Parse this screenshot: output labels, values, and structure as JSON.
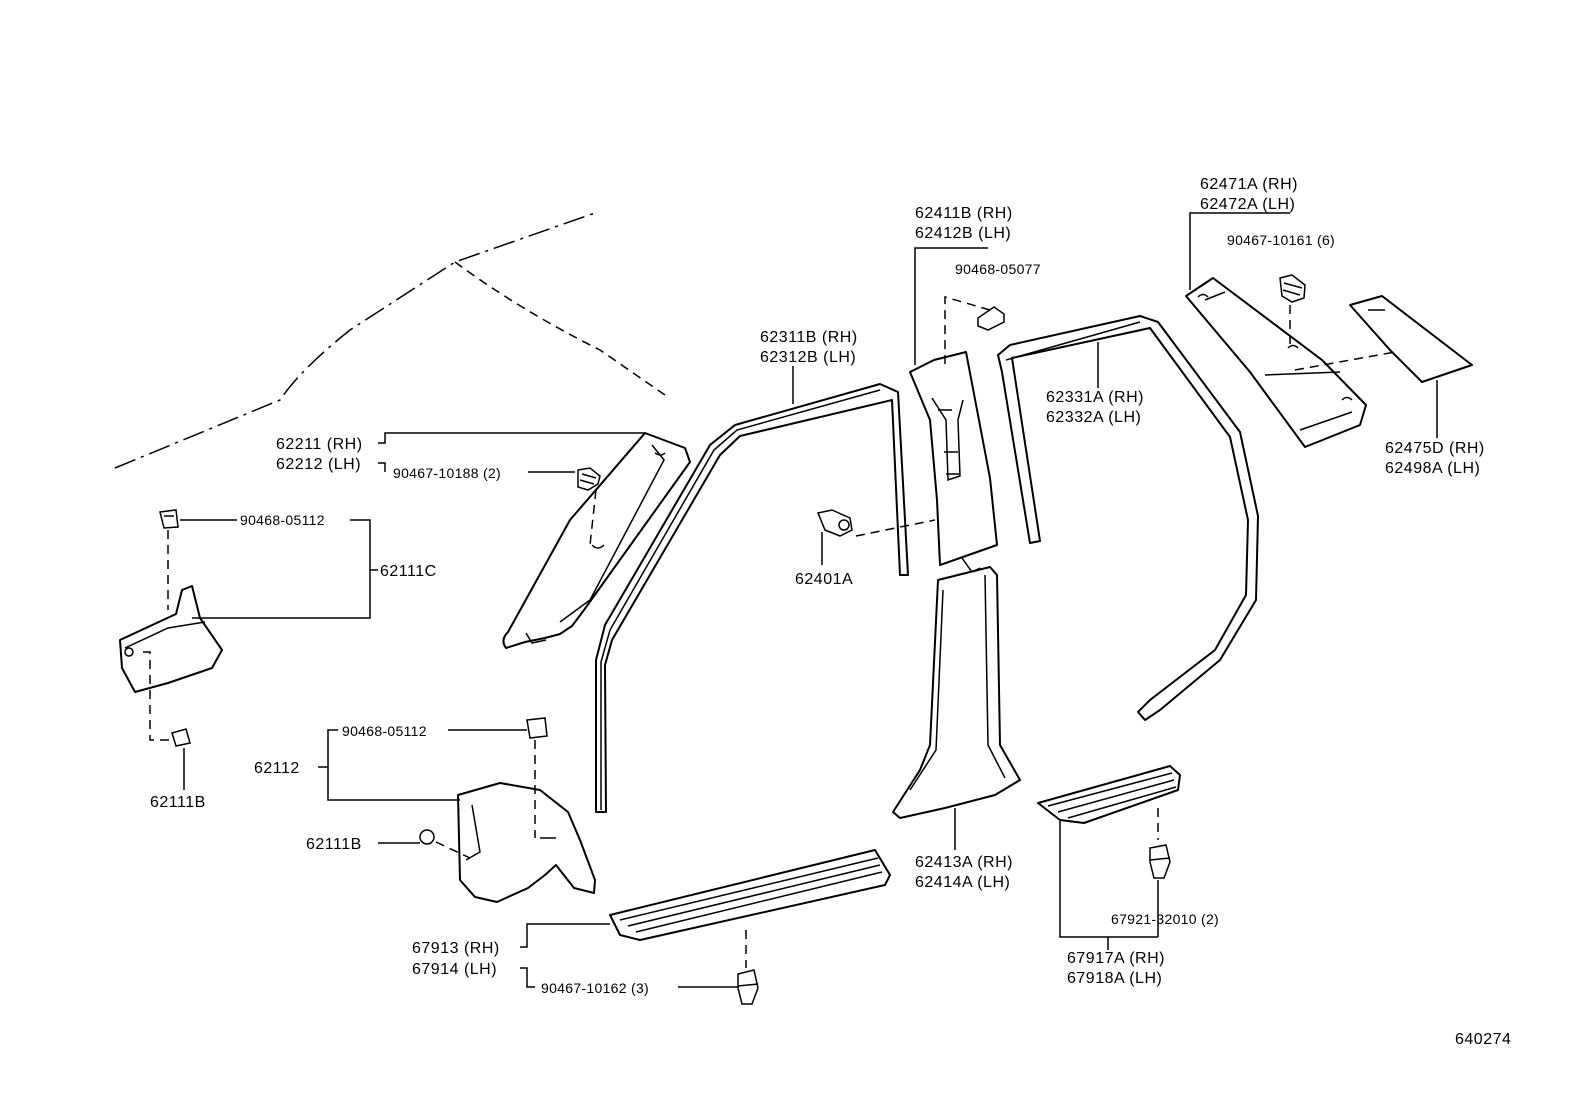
{
  "labels": {
    "a_pillar_upper": [
      "62211 (RH)",
      "62212 (LH)"
    ],
    "a_pillar_clip": "90467-10188 (2)",
    "cowl_clip_upper": "90468-05112",
    "cowl_side_upper": "62111C",
    "cowl_bolt_upper": "62111B",
    "cowl_clip_lower": "90468-05112",
    "cowl_side_lower": "62112",
    "cowl_bolt_lower": "62111B",
    "front_door_weatherstrip": [
      "62311B (RH)",
      "62312B (LH)"
    ],
    "b_pillar_clip": "62401A",
    "b_pillar_upper": [
      "62411B (RH)",
      "62412B (LH)"
    ],
    "b_pillar_upper_clip": "90468-05077",
    "rear_door_weatherstrip": [
      "62331A (RH)",
      "62332A (LH)"
    ],
    "c_pillar": [
      "62471A (RH)",
      "62472A (LH)"
    ],
    "c_pillar_clip": "90467-10161 (6)",
    "quarter_trim": [
      "62475D (RH)",
      "62498A (LH)"
    ],
    "b_pillar_lower": [
      "62413A (RH)",
      "62414A (LH)"
    ],
    "front_scuff_plate": [
      "67913 (RH)",
      "67914 (LH)"
    ],
    "front_scuff_clip": "90467-10162 (3)",
    "rear_scuff_clip": "67921-32010 (2)",
    "rear_scuff_plate": [
      "67917A (RH)",
      "67918A (LH)"
    ],
    "illustration_number": "640274"
  }
}
